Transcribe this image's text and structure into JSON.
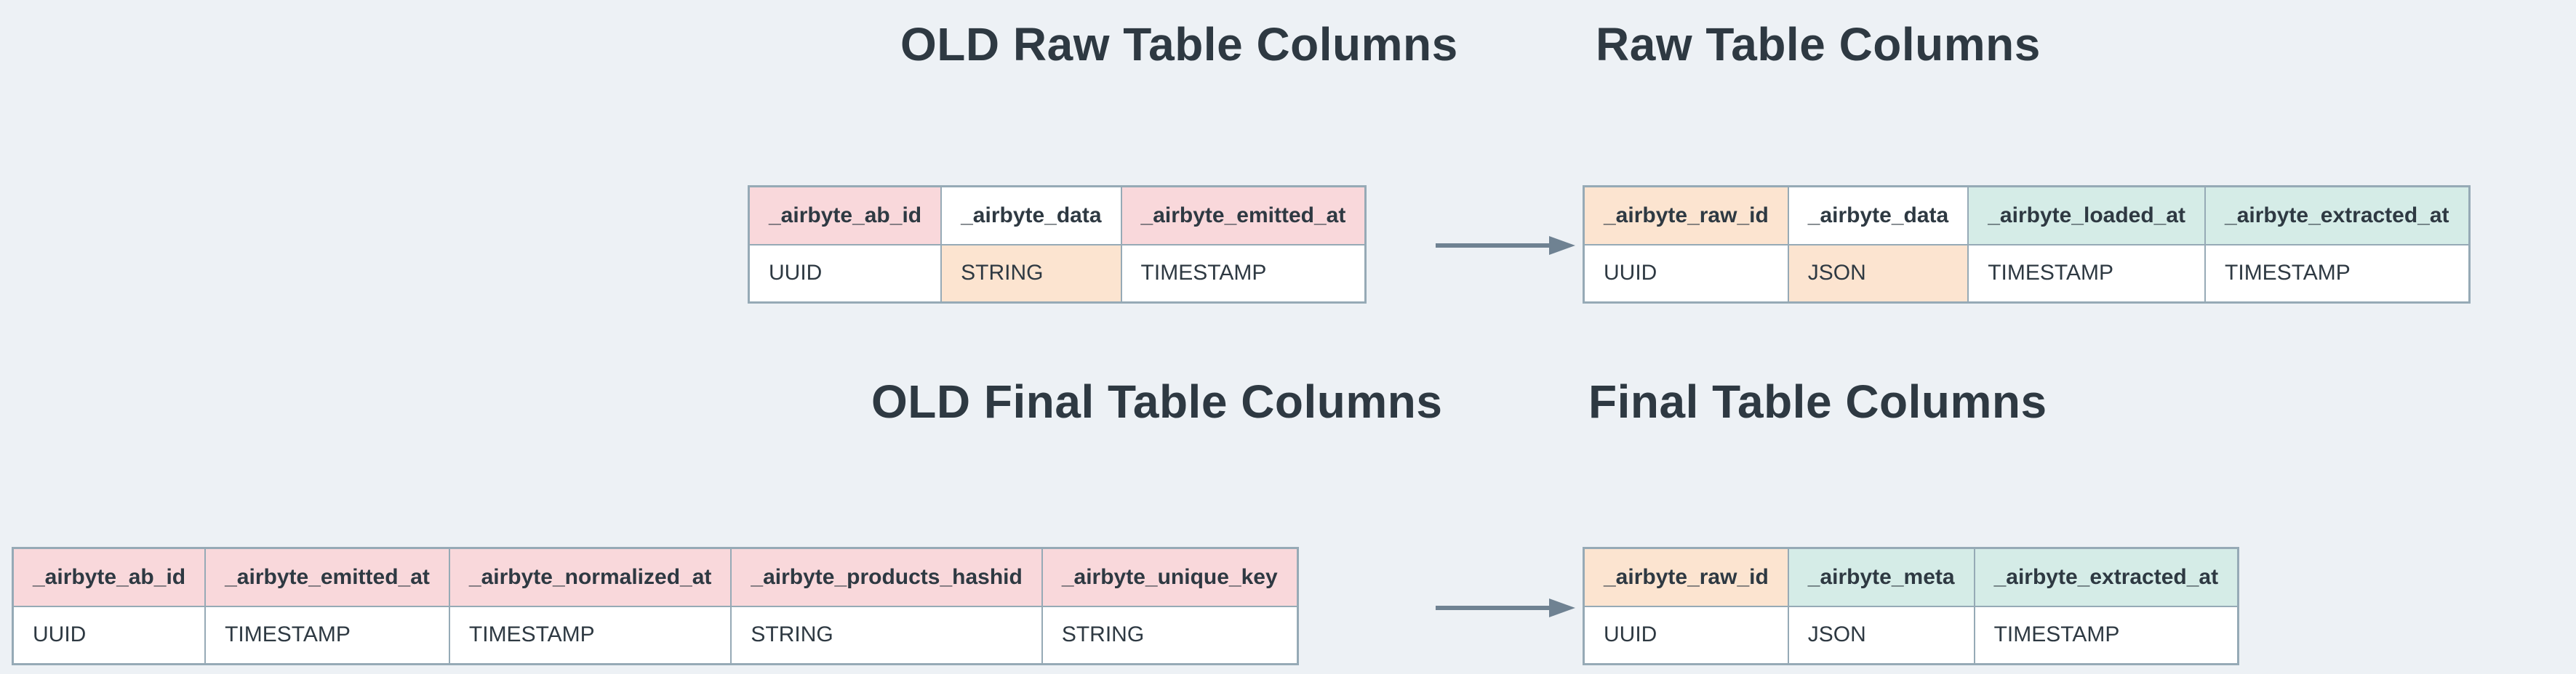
{
  "background": "#edf1f5",
  "colors": {
    "pink": "#f9d8db",
    "peach": "#fce4d0",
    "teal": "#d5ece7",
    "white": "#ffffff",
    "border": "#96aab6",
    "text": "#2e3942",
    "arrow": "#6f8292"
  },
  "sections": {
    "old_raw": {
      "title": "OLD Raw Table Columns",
      "columns": [
        {
          "name": "_airbyte_ab_id",
          "type": "UUID",
          "header_bg": "pink",
          "type_bg": "white"
        },
        {
          "name": "_airbyte_data",
          "type": "STRING",
          "header_bg": "white",
          "type_bg": "peach"
        },
        {
          "name": "_airbyte_emitted_at",
          "type": "TIMESTAMP",
          "header_bg": "pink",
          "type_bg": "white"
        }
      ]
    },
    "raw": {
      "title": "Raw Table Columns",
      "columns": [
        {
          "name": "_airbyte_raw_id",
          "type": "UUID",
          "header_bg": "peach",
          "type_bg": "white"
        },
        {
          "name": "_airbyte_data",
          "type": "JSON",
          "header_bg": "white",
          "type_bg": "peach"
        },
        {
          "name": "_airbyte_loaded_at",
          "type": "TIMESTAMP",
          "header_bg": "teal",
          "type_bg": "white"
        },
        {
          "name": "_airbyte_extracted_at",
          "type": "TIMESTAMP",
          "header_bg": "teal",
          "type_bg": "white"
        }
      ]
    },
    "old_final": {
      "title": "OLD Final Table Columns",
      "columns": [
        {
          "name": "_airbyte_ab_id",
          "type": "UUID",
          "header_bg": "pink",
          "type_bg": "white"
        },
        {
          "name": "_airbyte_emitted_at",
          "type": "TIMESTAMP",
          "header_bg": "pink",
          "type_bg": "white"
        },
        {
          "name": "_airbyte_normalized_at",
          "type": "TIMESTAMP",
          "header_bg": "pink",
          "type_bg": "white"
        },
        {
          "name": "_airbyte_products_hashid",
          "type": "STRING",
          "header_bg": "pink",
          "type_bg": "white"
        },
        {
          "name": "_airbyte_unique_key",
          "type": "STRING",
          "header_bg": "pink",
          "type_bg": "white"
        }
      ]
    },
    "final": {
      "title": "Final Table Columns",
      "columns": [
        {
          "name": "_airbyte_raw_id",
          "type": "UUID",
          "header_bg": "peach",
          "type_bg": "white"
        },
        {
          "name": "_airbyte_meta",
          "type": "JSON",
          "header_bg": "teal",
          "type_bg": "white"
        },
        {
          "name": "_airbyte_extracted_at",
          "type": "TIMESTAMP",
          "header_bg": "teal",
          "type_bg": "white"
        }
      ]
    }
  }
}
